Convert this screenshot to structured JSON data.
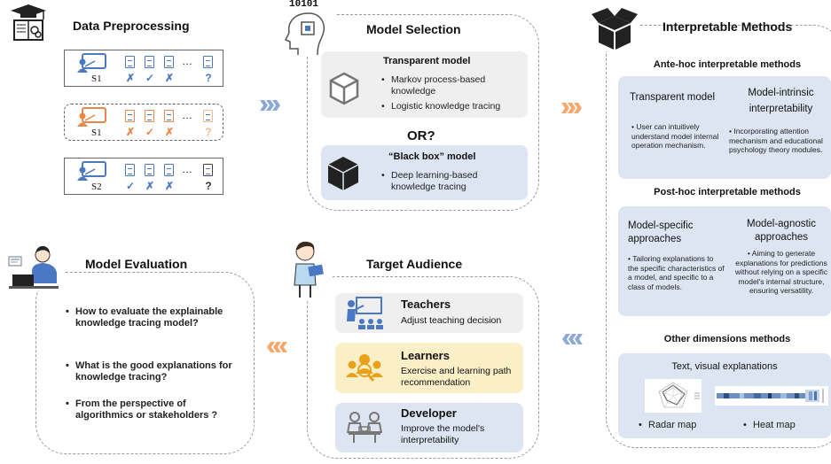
{
  "colors": {
    "blue": "#4a78c2",
    "orange": "#e9874a",
    "panel_blue": "#dde5f2",
    "panel_gray": "#efefef",
    "panel_yellow": "#fbefc7",
    "arrow_blue": "#8ea9d6",
    "arrow_orange": "#f3a86e"
  },
  "preprocessing": {
    "title": "Data Preprocessing",
    "rows": [
      {
        "student": "S1",
        "marks": [
          "✗",
          "✓",
          "✗"
        ],
        "last": "?",
        "color": "blue"
      },
      {
        "student": "S1",
        "marks": [
          "✗",
          "✓",
          "✗"
        ],
        "last": "?",
        "color": "orange"
      },
      {
        "student": "S2",
        "marks": [
          "✓",
          "✗",
          "✗"
        ],
        "last": "?",
        "color": "blue"
      }
    ],
    "ellipsis": "…"
  },
  "model_selection": {
    "binary_icon": "10101",
    "title": "Model Selection",
    "transparent_heading": "Transparent model",
    "transparent_items": [
      "Markov process-based knowledge",
      "Logistic knowledge tracing"
    ],
    "or_text": "OR?",
    "blackbox_heading": "“Black box” model",
    "blackbox_items": [
      "Deep learning-based knowledge tracing"
    ]
  },
  "interpretable": {
    "title": "Interpretable Methods",
    "ante_heading": "Ante-hoc interpretable methods",
    "ante_left_title": "Transparent model",
    "ante_left_text": "User can intuitively understand model internal operation mechanism.",
    "ante_right_title": "Model-intrinsic interpretability",
    "ante_right_text": "Incorporating attention mechanism and educational psychology theory modules.",
    "post_heading": "Post-hoc interpretable methods",
    "post_left_title": "Model-specific approaches",
    "post_left_text": "Tailoring explanations to the specific characteristics of a model, and specific to a class of models.",
    "post_right_title": "Model-agnostic approaches",
    "post_right_text": "Aiming to generate explanations for predictions without relying on a specific model's internal structure, ensuring versatility.",
    "other_heading": "Other dimensions methods",
    "other_subtitle": "Text, visual explanations",
    "other_items": [
      "Radar map",
      "Heat map"
    ]
  },
  "evaluation": {
    "title": "Model Evaluation",
    "items": [
      "How to evaluate the explainable knowledge tracing model?",
      "What is the good explanations for knowledge tracing?",
      "From the perspective of algorithmics or stakeholders ?"
    ]
  },
  "audience": {
    "title": "Target Audience",
    "groups": [
      {
        "name": "Teachers",
        "desc": "Adjust teaching decision",
        "icon": "teacher-icon"
      },
      {
        "name": "Learners",
        "desc": "Exercise and learning path recommendation",
        "icon": "learners-icon"
      },
      {
        "name": "Developer",
        "desc": "Improve the model's interpretability",
        "icon": "developer-icon"
      }
    ]
  }
}
